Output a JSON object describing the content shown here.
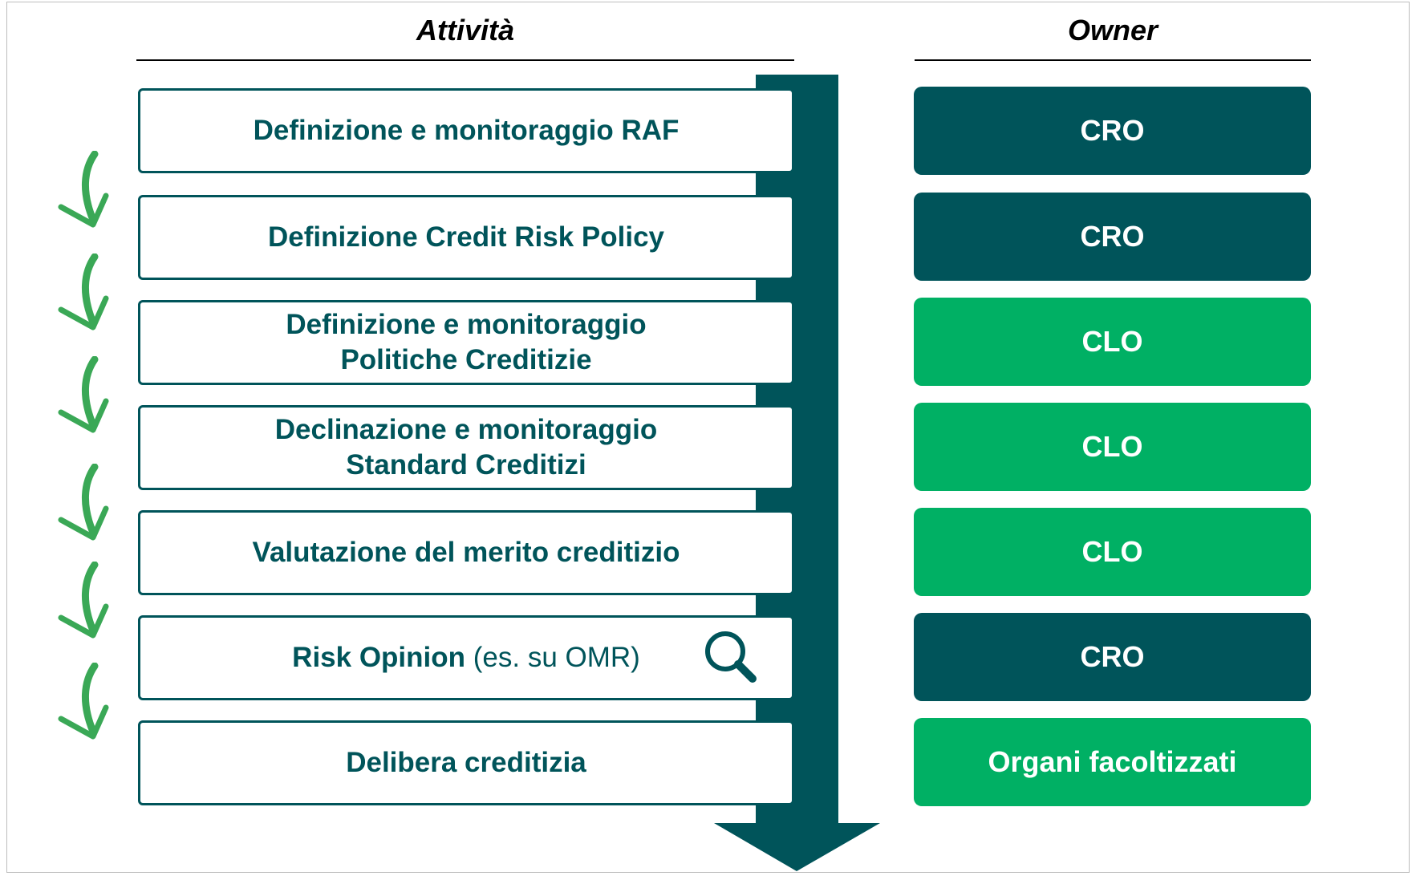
{
  "headers": {
    "activities": "Attività",
    "owner": "Owner"
  },
  "colors": {
    "dark_teal": "#00545a",
    "green": "#00b064",
    "check_green": "#3aa856"
  },
  "activities": [
    {
      "lines": [
        "Definizione e monitoraggio RAF"
      ]
    },
    {
      "lines": [
        "Definizione Credit Risk Policy"
      ]
    },
    {
      "lines": [
        "Definizione e monitoraggio",
        "Politiche Creditizie"
      ]
    },
    {
      "lines": [
        "Declinazione e monitoraggio",
        "Standard Creditizi"
      ]
    },
    {
      "lines": [
        "Valutazione del merito creditizio"
      ]
    },
    {
      "bold": "Risk Opinion",
      "normal": " (es. su OMR)",
      "icon": "magnifier-icon"
    },
    {
      "lines": [
        "Delibera creditizia"
      ]
    }
  ],
  "owners": [
    {
      "label": "CRO",
      "color": "dark"
    },
    {
      "label": "CRO",
      "color": "dark"
    },
    {
      "label": "CLO",
      "color": "green"
    },
    {
      "label": "CLO",
      "color": "green"
    },
    {
      "label": "CLO",
      "color": "green"
    },
    {
      "label": "CRO",
      "color": "dark"
    },
    {
      "label": "Organi facoltizzati",
      "color": "green"
    }
  ],
  "decorations": {
    "step_arrow_icon": "curved-down-arrow-icon",
    "step_arrow_count": 6
  }
}
